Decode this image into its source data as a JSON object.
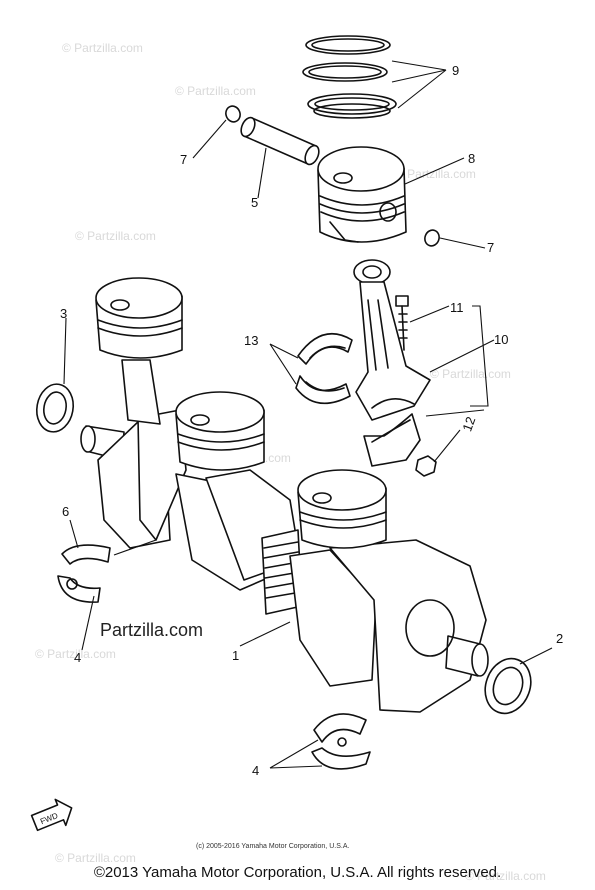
{
  "watermark_text": "© Partzilla.com",
  "watermark_inline": "Partzilla.com",
  "fwd_label": "FWD",
  "copyright_small": "(c) 2005-2016 Yamaha Motor Corporation, U.S.A.",
  "copyright_main": "©2013 Yamaha Motor Corporation, U.S.A. All rights reserved.",
  "callouts": {
    "c1": "1",
    "c2": "2",
    "c3": "3",
    "c4a": "4",
    "c4b": "4",
    "c5": "5",
    "c6": "6",
    "c7a": "7",
    "c7b": "7",
    "c8": "8",
    "c9": "9",
    "c10": "10",
    "c11": "11",
    "c12": "12",
    "c13": "13"
  }
}
